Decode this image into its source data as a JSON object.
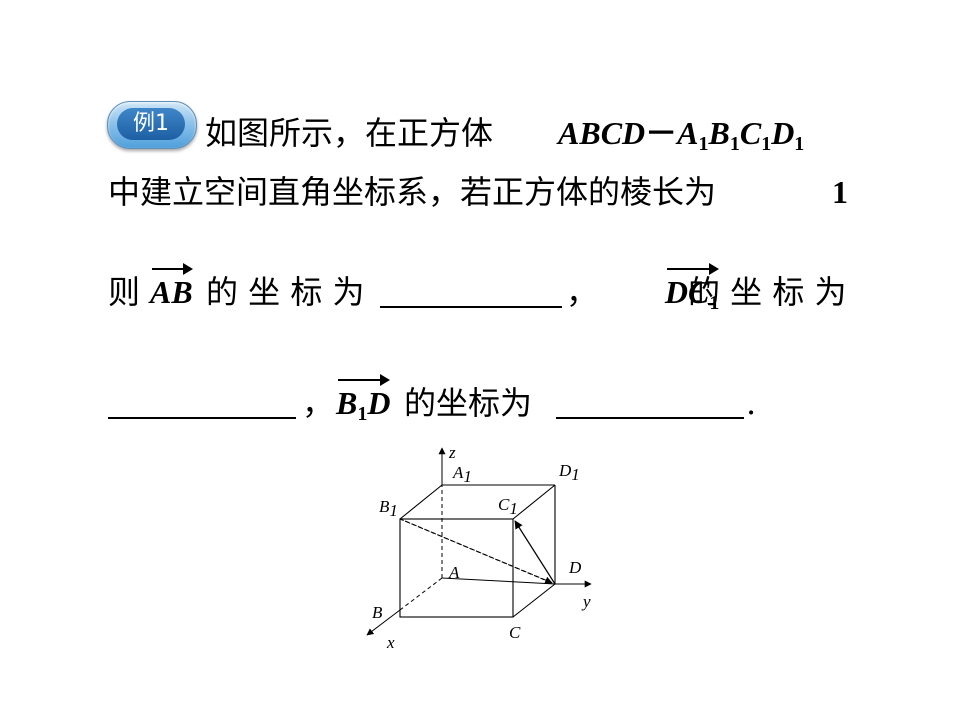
{
  "example": {
    "badge": "例1",
    "line1_text": "如图所示，在正方体",
    "cube_name": {
      "base": "ABCD",
      "dash": "－",
      "parts": [
        {
          "letter": "A",
          "sub": "1"
        },
        {
          "letter": "B",
          "sub": "1"
        },
        {
          "letter": "C",
          "sub": "1"
        },
        {
          "letter": "D",
          "sub": "1"
        }
      ]
    },
    "line2_text": "中建立空间直角坐标系，若正方体的棱长为",
    "edge_length": "1",
    "line3": {
      "prefix": "则",
      "vec1": "AB",
      "suffix1": "的 坐 标 为",
      "sep": "，",
      "vec2_base": "DC",
      "vec2_sub": "1",
      "suffix2": "的 坐 标 为"
    },
    "line4": {
      "sep": "，",
      "vec3_base": "B",
      "vec3_sub": "1",
      "vec3_tail": "D",
      "suffix": "的坐标为",
      "end": "."
    }
  },
  "figure": {
    "axis_labels": {
      "x": "x",
      "y": "y",
      "z": "z"
    },
    "vertex_labels": {
      "A": "A",
      "B": "B",
      "C": "C",
      "D": "D",
      "A1": "A",
      "B1": "B",
      "C1": "C",
      "D1": "D",
      "one": "1"
    }
  }
}
